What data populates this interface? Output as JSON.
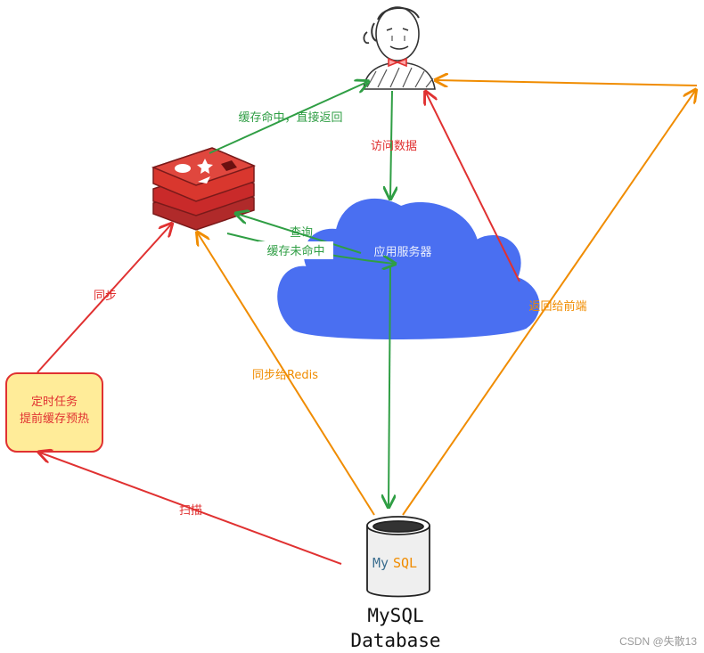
{
  "colors": {
    "green": "#2f9e44",
    "red": "#e03131",
    "orange": "#f08c00",
    "cloud": "#4a6ff1",
    "redis": "#c92a2a",
    "task_fill": "#ffec99",
    "task_stroke": "#e03131"
  },
  "nodes": {
    "user_icon": "person-icon",
    "redis_icon": "redis-icon",
    "cloud_icon": "cloud-icon",
    "db_icon": "database-icon",
    "task": {
      "line1": "定时任务",
      "line2": "提前缓存预热"
    },
    "cloud_label": "应用服务器",
    "db": {
      "logo_my": "My",
      "logo_sql": "SQL",
      "title_line1": "MySQL",
      "title_line2": "Database"
    }
  },
  "edges": {
    "cache_hit": "缓存命中，直接返回",
    "access": "访问数据",
    "query": "查询",
    "cache_miss": "缓存未命中",
    "sync": "同步",
    "sync_redis": "同步给Redis",
    "return_front": "返回给前端",
    "scan": "扫描"
  },
  "watermark": "CSDN @失散13"
}
